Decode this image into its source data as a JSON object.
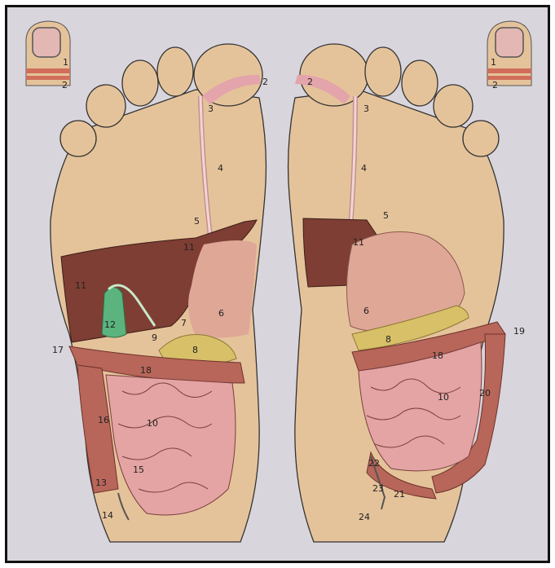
{
  "colors": {
    "background": "#d8d5dc",
    "skin": "#e5c39a",
    "liver": "#7e3e34",
    "gallbladder": "#5bb37d",
    "stomach": "#dfa796",
    "pancreas": "#d8c069",
    "colon": "#b8665a",
    "small_intestine": "#e4a4a4",
    "esophagus": "#e8c0c0"
  },
  "labels": {
    "left_inset": [
      "1",
      "2"
    ],
    "right_inset": [
      "1",
      "2"
    ],
    "left_foot": [
      "2",
      "3",
      "4",
      "5",
      "11",
      "11",
      "6",
      "7",
      "9",
      "12",
      "8",
      "17",
      "18",
      "16",
      "10",
      "15",
      "13",
      "14"
    ],
    "right_foot": [
      "2",
      "3",
      "4",
      "5",
      "11",
      "6",
      "8",
      "19",
      "18",
      "10",
      "20",
      "22",
      "23",
      "21",
      "24"
    ]
  }
}
